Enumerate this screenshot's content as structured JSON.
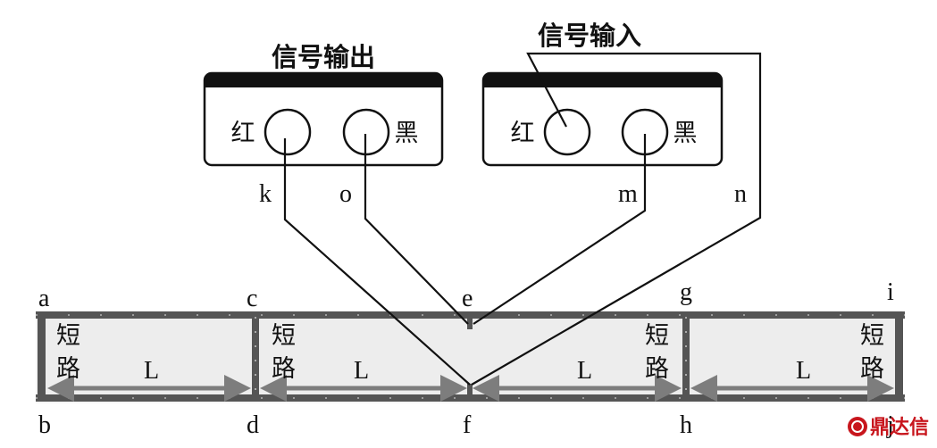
{
  "output_device": {
    "title": "信号输出",
    "left_terminal": "红",
    "right_terminal": "黑"
  },
  "input_device": {
    "title": "信号输入",
    "left_terminal": "红",
    "right_terminal": "黑"
  },
  "wire_labels": {
    "k": "k",
    "o": "o",
    "m": "m",
    "n": "n"
  },
  "node_labels": {
    "a": "a",
    "b": "b",
    "c": "c",
    "d": "d",
    "e": "e",
    "f": "f",
    "g": "g",
    "h": "h",
    "i": "i",
    "j": "j"
  },
  "segments": [
    {
      "short_top": "短",
      "short_bottom": "路",
      "length": "L"
    },
    {
      "short_top": "短",
      "short_bottom": "路",
      "length": "L"
    },
    {
      "short_top": "短",
      "short_bottom": "路",
      "length": "L"
    },
    {
      "short_top": "短",
      "short_bottom": "路",
      "length": "L"
    }
  ],
  "watermark": {
    "text": "鼎达信",
    "color": "#c8161d"
  },
  "colors": {
    "line": "#111111",
    "rail": "#555555",
    "fill": "#efefef",
    "arrow": "#808080"
  }
}
